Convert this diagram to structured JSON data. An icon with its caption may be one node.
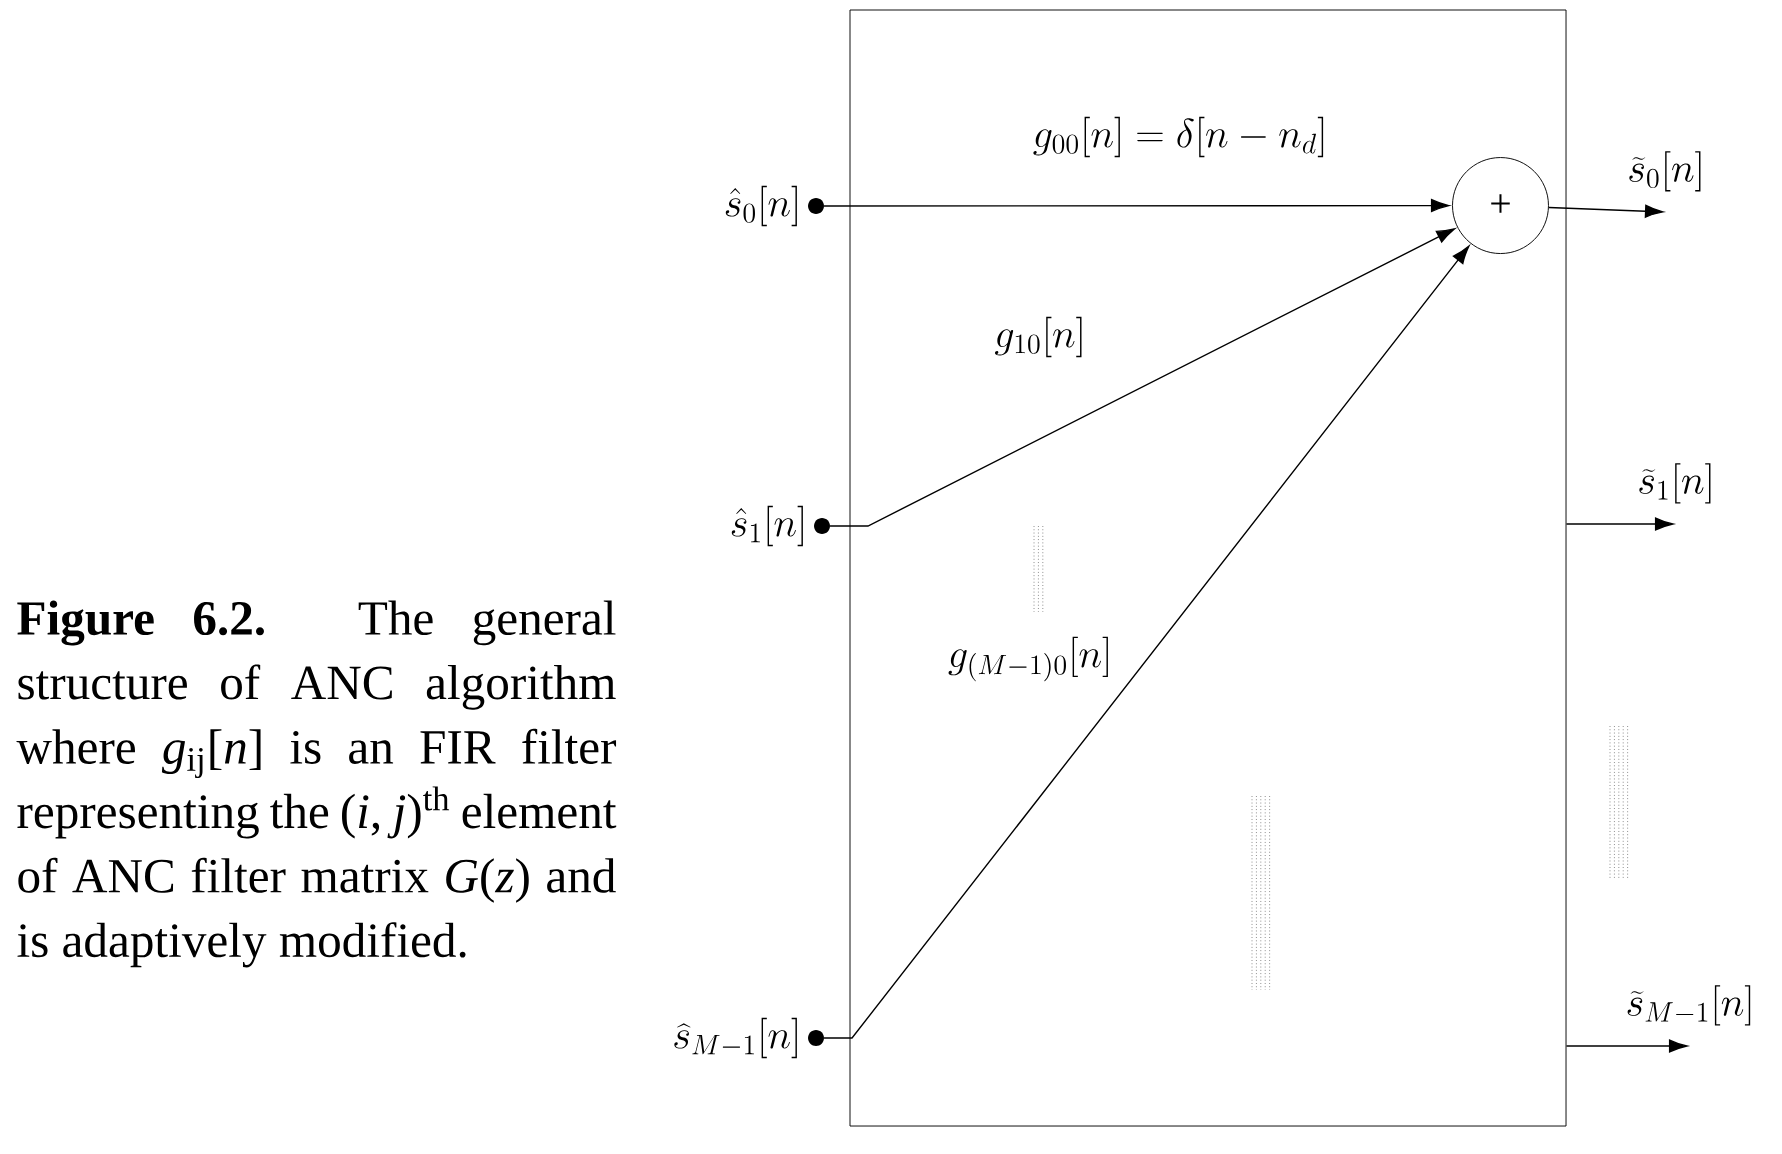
{
  "diagram": {
    "caption": "**Figure 6.2.** The general structure of ANC algorithm where *g*$_{ij}$[*n*] is an FIR filter representing the (*i*, *j*)$^{th}$ element of ANC filter matrix *G*(*z*) and is adaptively modified.",
    "nodes": [
      {
        "text": [],
        "shape": "box"
      },
      {
        "text": [
          "\\hat{s}_0[n]"
        ]
      },
      {
        "text": [
          "\\hat{s}_1[n]"
        ]
      },
      {
        "text": [
          "\\widehat{s}_{M-1}[n]"
        ]
      },
      {
        "text": [
          "+"
        ],
        "in": 0
      },
      {
        "text": [
          "\\widetilde{s}_0[n]"
        ]
      },
      {
        "text": [
          "\\widetilde{s}_1[n]"
        ]
      },
      {
        "text": [
          "\\widetilde{s}_{M-1}[n]"
        ]
      }
    ],
    "edges": [
      {
        "from": 1,
        "to": 4,
        "arrow": "to",
        "label": "g_{00}[n]=\\delta[n-n_d]"
      },
      {
        "from": 2,
        "to": 4,
        "arrow": "to",
        "label": "g_{10}[n]"
      },
      {
        "from": 3,
        "to": 4,
        "arrow": "to",
        "label": "g_{(M-1)0}[n]"
      },
      {
        "from": 4,
        "to": 5,
        "arrow": "to"
      },
      {
        "from": 0,
        "to": 6,
        "arrow": "to"
      },
      {
        "from": 0,
        "to": 7,
        "arrow": "to"
      }
    ]
  }
}
